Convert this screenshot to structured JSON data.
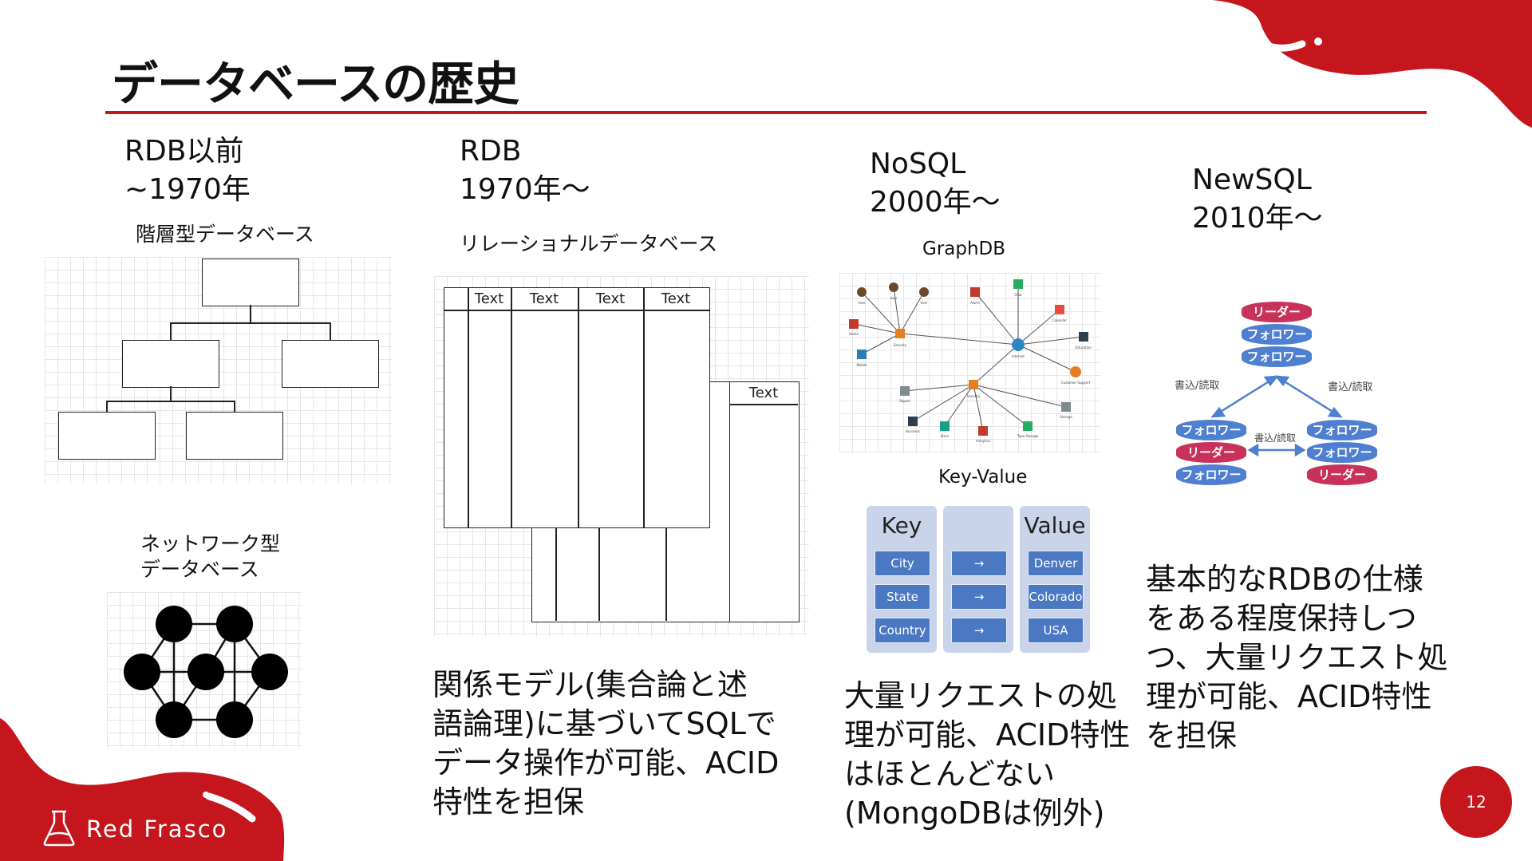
{
  "slide": {
    "title": "データベースの歴史",
    "page_number": "12",
    "brand": "Red Frasco",
    "accent_color": "#c4161c"
  },
  "columns": {
    "pre_rdb": {
      "heading": "RDB以前\n~1970年",
      "hierarchical_label": "階層型データベース",
      "network_label": "ネットワーク型\nデータベース"
    },
    "rdb": {
      "heading": "RDB\n1970年～",
      "diagram_label": "リレーショナルデータベース",
      "table_headers": [
        "Text",
        "Text",
        "Text",
        "Text"
      ],
      "second_table_header": "Text",
      "description": "関係モデル(集合論と述\n語論理)に基づいてSQLで\nデータ操作が可能、ACID\n特性を担保"
    },
    "nosql": {
      "heading": "NoSQL\n2000年～",
      "graphdb_label": "GraphDB",
      "graph_nodes": [
        "User",
        "User",
        "User",
        "Alarm",
        "Chat",
        "Calendar",
        "Home",
        "Security",
        "Internet",
        "Education",
        "Mobile",
        "Customer Support",
        "Report",
        "Security",
        "Storage",
        "Business",
        "Store",
        "Analytics",
        "Tape Storage"
      ],
      "kv_label": "Key-Value",
      "kv_table": {
        "key_header": "Key",
        "value_header": "Value",
        "keys": [
          "City",
          "State",
          "Country"
        ],
        "arrows": [
          "→",
          "→",
          "→"
        ],
        "values": [
          "Denver",
          "Colorado",
          "USA"
        ]
      },
      "description": "大量リクエストの処\n理が可能、ACID特性\nはほとんどない\n(MongoDBは例外)"
    },
    "newsql": {
      "heading": "NewSQL\n2010年～",
      "diagram": {
        "top_stack": [
          "リーダー",
          "フォロワー",
          "フォロワー"
        ],
        "left_stack": [
          "フォロワー",
          "リーダー",
          "フォロワー"
        ],
        "right_stack": [
          "フォロワー",
          "フォロワー",
          "リーダー"
        ],
        "rw_label_left": "書込/読取",
        "rw_label_right": "書込/読取",
        "rw_label_middle": "書込/読取"
      },
      "description": "基本的なRDBの仕様\nをある程度保持しつ\nつ、大量リクエスト処\n理が可能、ACID特性\nを担保"
    }
  }
}
